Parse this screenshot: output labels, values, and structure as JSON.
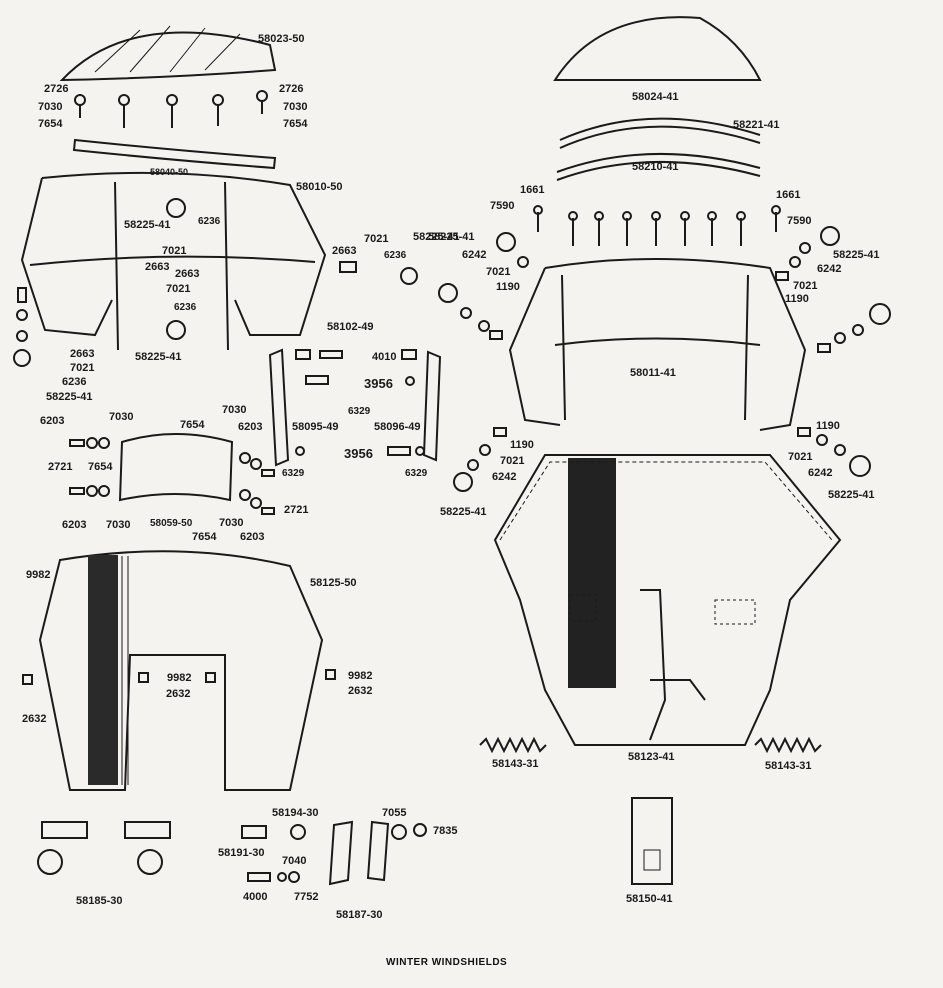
{
  "caption": "WINTER WINDSHIELDS",
  "labels": {
    "p58023_50": "58023-50",
    "p58024_41": "58024-41",
    "p58221_41": "58221-41",
    "p58210_41": "58210-41",
    "p58040_50": "58040-50",
    "p58010_50": "58010-50",
    "p58011_41": "58011-41",
    "p58225_41": "58225-41",
    "p58102_49": "58102-49",
    "p58095_49": "58095-49",
    "p58096_49": "58096-49",
    "p58059_50": "58059-50",
    "p58125_50": "58125-50",
    "p58123_41": "58123-41",
    "p58143_31": "58143-31",
    "p58150_41": "58150-41",
    "p58185_30": "58185-30",
    "p58187_30": "58187-30",
    "p58191_30": "58191-30",
    "p58194_30": "58194-30",
    "p2726": "2726",
    "p7030": "7030",
    "p7654": "7654",
    "p6236": "6236",
    "p7021": "7021",
    "p2663": "2663",
    "p4010": "4010",
    "p3956": "3956",
    "p6329": "6329",
    "p6203": "6203",
    "p2721": "2721",
    "p9982": "9982",
    "p2632": "2632",
    "p1661": "1661",
    "p7590": "7590",
    "p6242": "6242",
    "p1190": "1190",
    "p7055": "7055",
    "p7835": "7835",
    "p7040": "7040",
    "p7752": "7752",
    "p4000": "4000"
  }
}
